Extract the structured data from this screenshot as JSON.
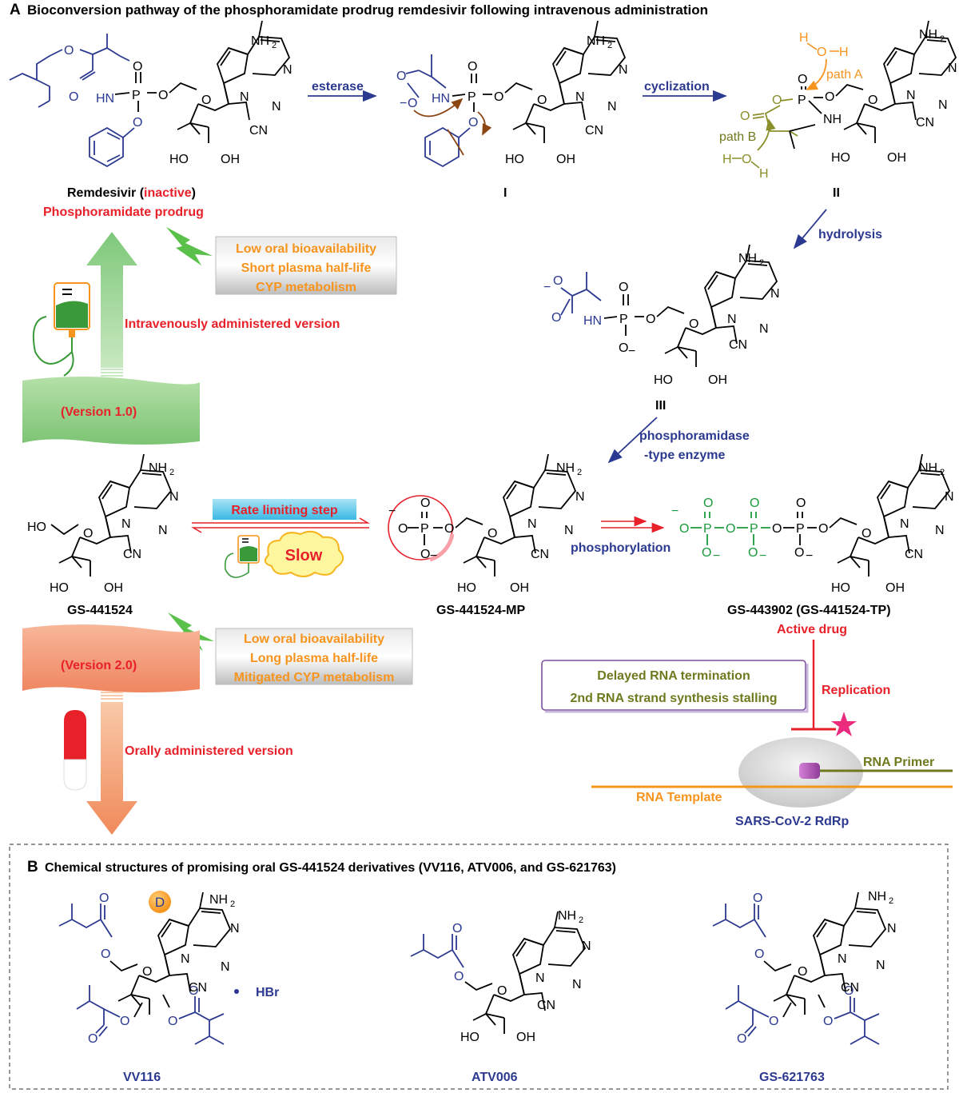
{
  "panel_a": {
    "letter": "A",
    "title": "Bioconversion pathway of the phosphoramidate prodrug remdesivir following intravenous administration"
  },
  "panel_b": {
    "letter": "B",
    "title": "Chemical structures of promising oral GS-441524 derivatives (VV116, ATV006, and GS-621763)"
  },
  "steps": {
    "esterase": "esterase",
    "cyclization": "cyclization",
    "hydrolysis": "hydrolysis",
    "phosphoramidase_1": "phosphoramidase",
    "phosphoramidase_2": "-type enzyme",
    "phosphorylation": "phosphorylation",
    "path_a": "path A",
    "path_b": "path B"
  },
  "compounds": {
    "remdesivir": "Remdesivir (",
    "inactive": "inactive",
    "close_paren": ")",
    "prodrug": "Phosphoramidate prodrug",
    "intermediate_1": "I",
    "intermediate_2": "II",
    "intermediate_3": "III",
    "gs441524": "GS-441524",
    "gs441524_mp": "GS-441524-MP",
    "gs443902": "GS-443902 (GS-441524-TP)",
    "active_drug": "Active drug",
    "vv116": "VV116",
    "atv006": "ATV006",
    "gs621763": "GS-621763",
    "hbr": "HBr",
    "deuterium": "D"
  },
  "notes": {
    "remdesivir_props": [
      "Low oral bioavailability",
      "Short plasma half-life",
      "CYP metabolism"
    ],
    "gs441524_props": [
      "Low oral bioavailability",
      "Long plasma half-life",
      "Mitigated CYP metabolism"
    ],
    "iv_version": "Intravenously administered version",
    "oral_version": "Orally administered version",
    "version_1": "(Version 1.0)",
    "version_2": "(Version 2.0)",
    "rate_limiting": "Rate limiting step",
    "slow": "Slow",
    "mechanism": [
      "Delayed RNA termination",
      "2nd RNA strand synthesis stalling"
    ],
    "replication": "Replication",
    "rna_primer": "RNA Primer",
    "rna_template": "RNA Template",
    "rdrp": "SARS-CoV-2 RdRp"
  },
  "atoms": {
    "nh2": "NH",
    "sub2": "2",
    "n": "N",
    "o": "O",
    "p": "P",
    "hn": "HN",
    "nh": "NH",
    "cn": "CN",
    "ho": "HO",
    "oh": "OH",
    "h": "H",
    "minus": "−"
  },
  "colors": {
    "blue": "#2b3990",
    "red": "#e8202a",
    "orange": "#f7941d",
    "green": "#1a9a3c",
    "olive": "#6f7a1e",
    "purple": "#7b4fa0",
    "cyan": "#29b6e6"
  }
}
